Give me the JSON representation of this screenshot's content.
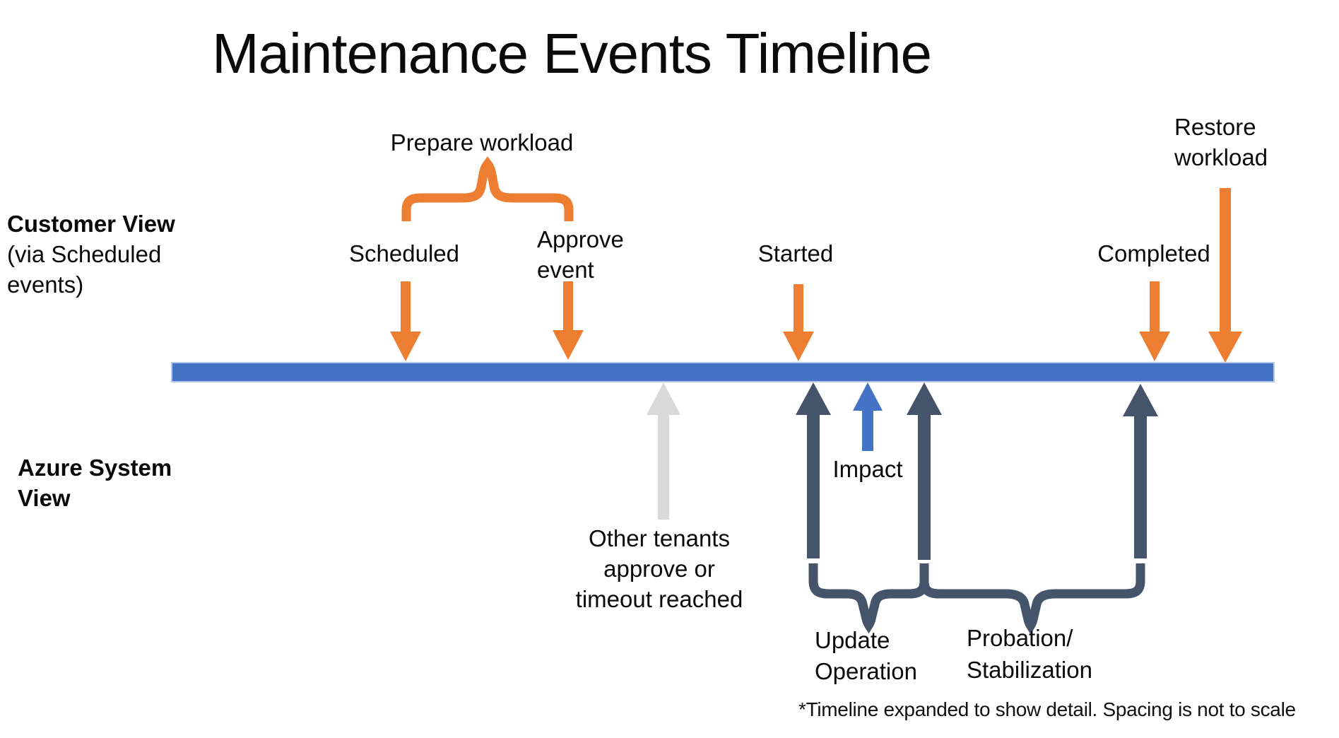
{
  "title": "Maintenance Events Timeline",
  "labels": {
    "customer_view": {
      "heading": "Customer View",
      "sub": [
        "(via Scheduled",
        "events)"
      ]
    },
    "azure_view": {
      "lines": [
        "Azure System",
        "View"
      ]
    }
  },
  "events": {
    "prepare_workload": "Prepare workload",
    "scheduled": "Scheduled",
    "approve_event": [
      "Approve",
      "event"
    ],
    "started": "Started",
    "completed": "Completed",
    "restore_workload": [
      "Restore",
      "workload"
    ],
    "other_tenants": [
      "Other tenants",
      "approve or",
      "timeout reached"
    ],
    "impact": "Impact",
    "update_operation": [
      "Update",
      "Operation"
    ],
    "probation": [
      "Probation/",
      "Stabilization"
    ]
  },
  "footnote": "*Timeline expanded to show detail. Spacing is not to scale",
  "colors": {
    "orange": "#ED7D31",
    "timeline_blue": "#4472C4",
    "impact_blue": "#4472C4",
    "dark_slate": "#44546A",
    "gray": "#D9D9D9",
    "text": "#000000"
  }
}
